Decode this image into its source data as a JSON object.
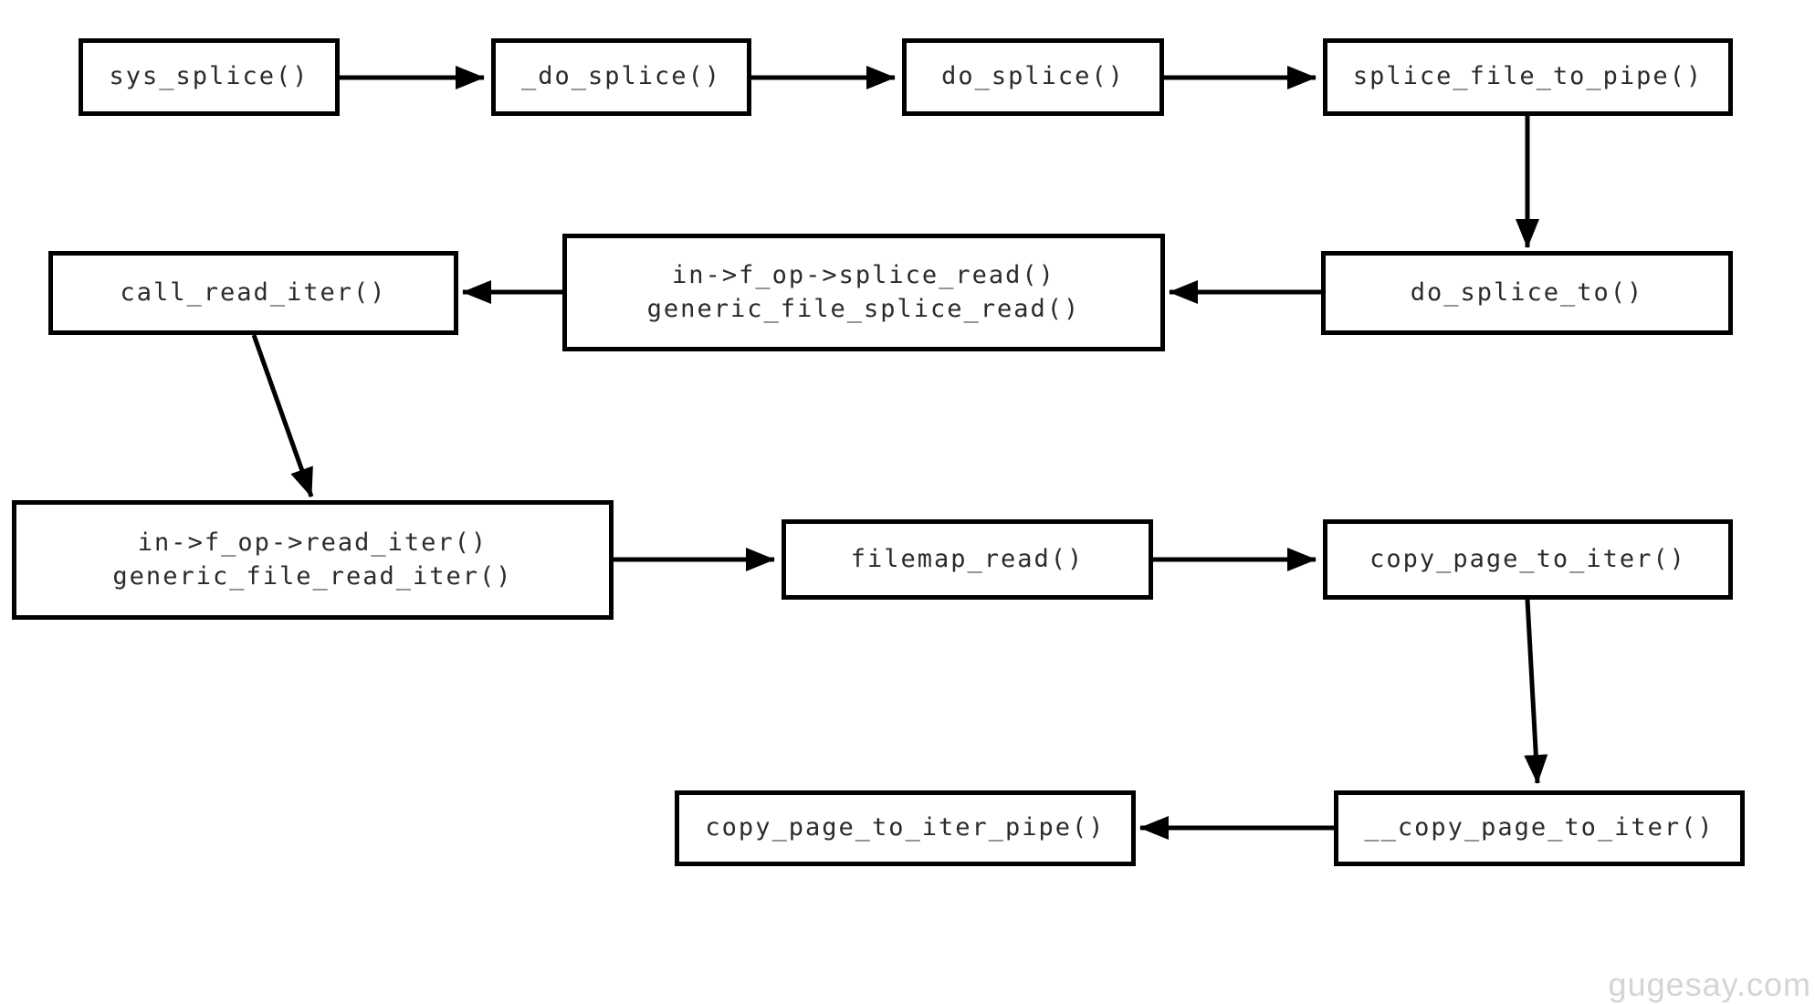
{
  "page": {
    "background_color": "#ffffff",
    "watermark_text": "gugesay.com",
    "watermark_color": "#d4d4d4",
    "line_color": "#000000",
    "text_color": "#2b2b2b"
  },
  "diagram": {
    "type": "flowchart-call-graph",
    "nodes": [
      {
        "id": "sys_splice",
        "label": "sys_splice()"
      },
      {
        "id": "_do_splice",
        "label": "_do_splice()"
      },
      {
        "id": "do_splice",
        "label": "do_splice()"
      },
      {
        "id": "splice_file_to_pipe",
        "label": "splice_file_to_pipe()"
      },
      {
        "id": "do_splice_to",
        "label": "do_splice_to()"
      },
      {
        "id": "splice_read",
        "label": "in->f_op->splice_read()\ngeneric_file_splice_read()"
      },
      {
        "id": "call_read_iter",
        "label": "call_read_iter()"
      },
      {
        "id": "read_iter",
        "label": "in->f_op->read_iter()\ngeneric_file_read_iter()"
      },
      {
        "id": "filemap_read",
        "label": "filemap_read()"
      },
      {
        "id": "copy_page_to_iter",
        "label": "copy_page_to_iter()"
      },
      {
        "id": "__copy_page_to_iter",
        "label": "__copy_page_to_iter()"
      },
      {
        "id": "copy_page_to_iter_pipe",
        "label": "copy_page_to_iter_pipe()"
      }
    ],
    "edges": [
      {
        "from": "sys_splice",
        "to": "_do_splice",
        "direction": "right"
      },
      {
        "from": "_do_splice",
        "to": "do_splice",
        "direction": "right"
      },
      {
        "from": "do_splice",
        "to": "splice_file_to_pipe",
        "direction": "right"
      },
      {
        "from": "splice_file_to_pipe",
        "to": "do_splice_to",
        "direction": "down"
      },
      {
        "from": "do_splice_to",
        "to": "splice_read",
        "direction": "left"
      },
      {
        "from": "splice_read",
        "to": "call_read_iter",
        "direction": "left"
      },
      {
        "from": "call_read_iter",
        "to": "read_iter",
        "direction": "down-diagonal"
      },
      {
        "from": "read_iter",
        "to": "filemap_read",
        "direction": "right"
      },
      {
        "from": "filemap_read",
        "to": "copy_page_to_iter",
        "direction": "right"
      },
      {
        "from": "copy_page_to_iter",
        "to": "__copy_page_to_iter",
        "direction": "down"
      },
      {
        "from": "__copy_page_to_iter",
        "to": "copy_page_to_iter_pipe",
        "direction": "left"
      }
    ]
  }
}
